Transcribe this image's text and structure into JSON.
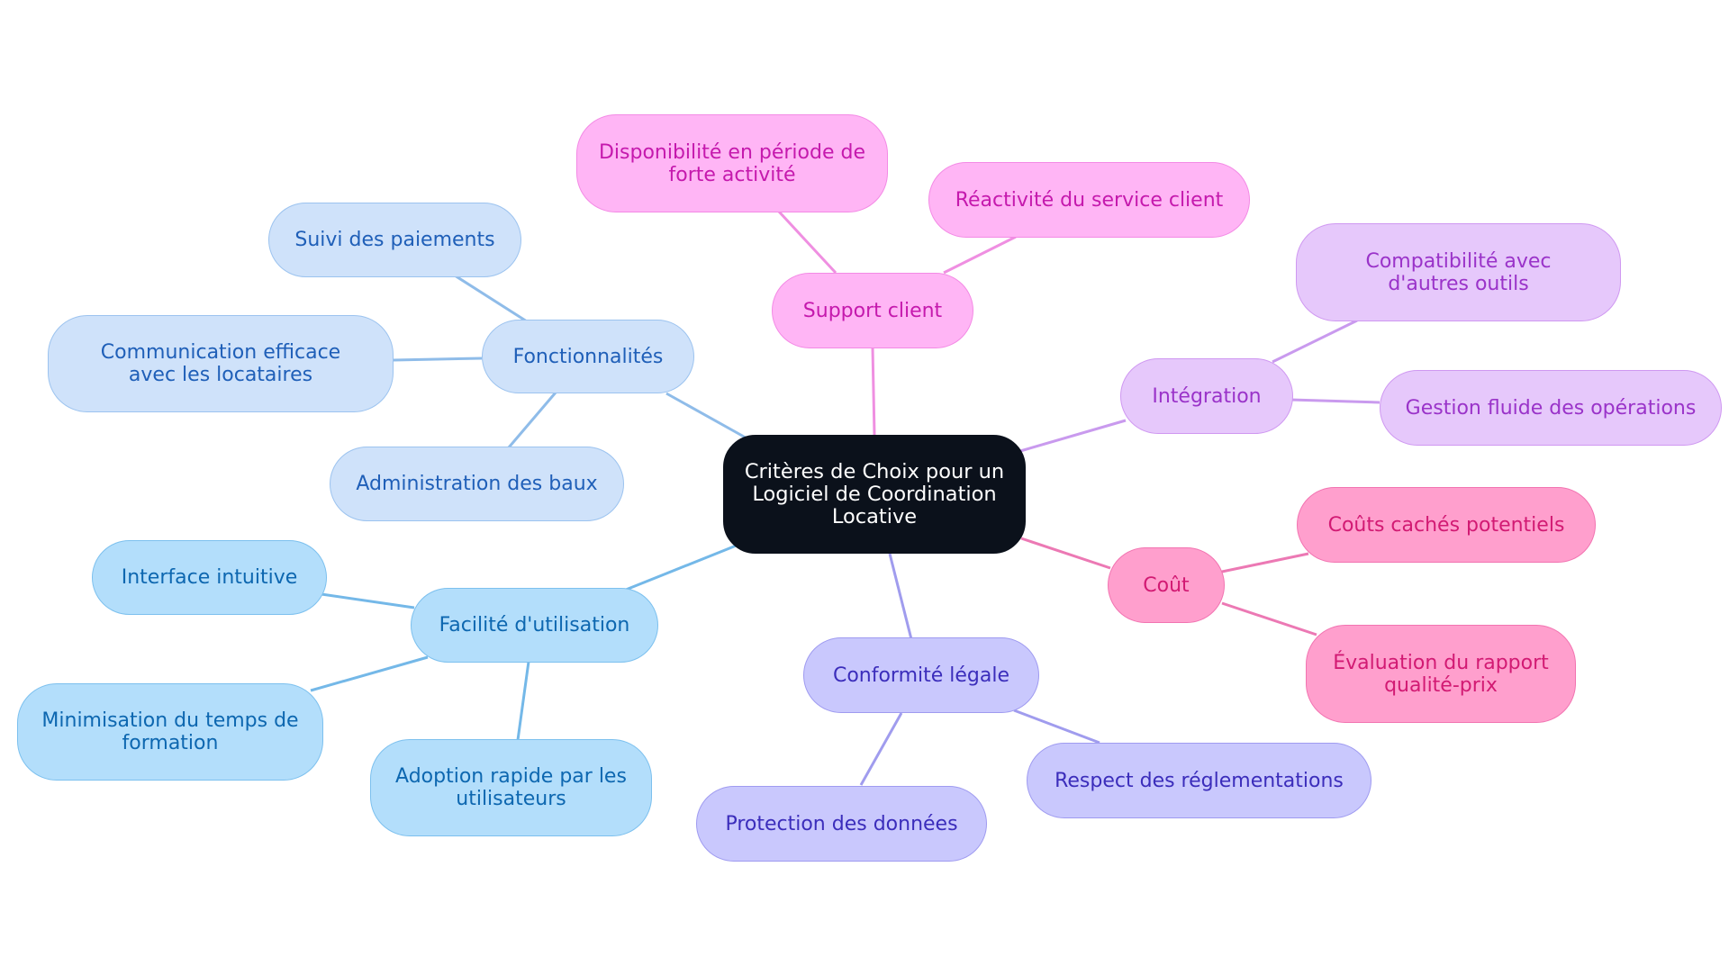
{
  "diagram": {
    "root": {
      "label": "Critères de Choix pour un Logiciel de Coordination Locative"
    },
    "branches": [
      {
        "label": "Fonctionnalités",
        "color": "#8fbce9",
        "children": [
          "Suivi des paiements",
          "Communication efficace avec les locataires",
          "Administration des baux"
        ]
      },
      {
        "label": "Facilité d'utilisation",
        "color": "#74b8e8",
        "children": [
          "Interface intuitive",
          "Minimisation du temps de formation",
          "Adoption rapide par les utilisateurs"
        ]
      },
      {
        "label": "Support client",
        "color": "#ef8fe1",
        "children": [
          "Disponibilité en période de forte activité",
          "Réactivité du service client"
        ]
      },
      {
        "label": "Intégration",
        "color": "#c99aee",
        "children": [
          "Compatibilité avec d'autres outils",
          "Gestion fluide des opérations"
        ]
      },
      {
        "label": "Coût",
        "color": "#ec79b4",
        "children": [
          "Coûts cachés potentiels",
          "Évaluation du rapport qualité-prix"
        ]
      },
      {
        "label": "Conformité légale",
        "color": "#a09cee",
        "children": [
          "Respect des réglementations",
          "Protection des données"
        ]
      }
    ]
  }
}
